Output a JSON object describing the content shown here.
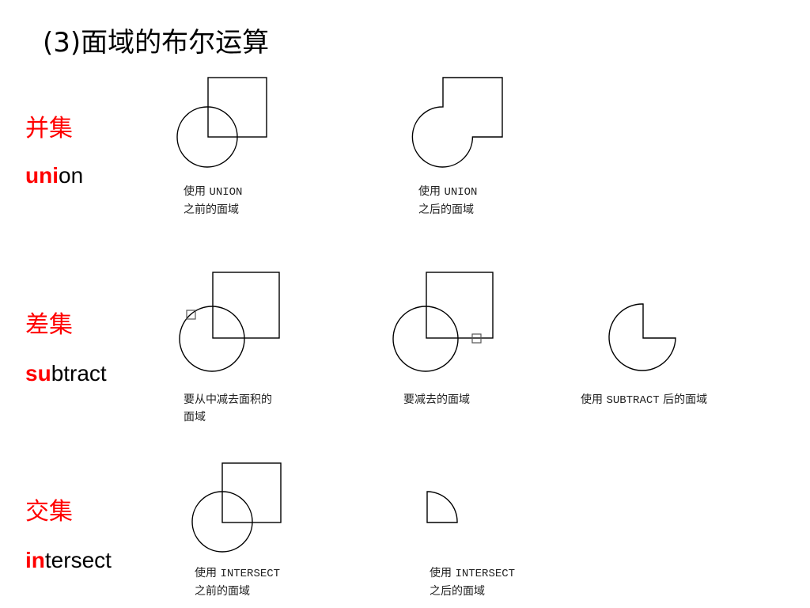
{
  "title": "(3)面域的布尔运算",
  "sections": {
    "union": {
      "cn": "并集",
      "en_hl": "uni",
      "en_rest": "on",
      "captions": [
        {
          "l1a": "使用",
          "l1b": "UNION",
          "l2": "之前的面域"
        },
        {
          "l1a": "使用",
          "l1b": "UNION",
          "l2": "之后的面域"
        }
      ]
    },
    "subtract": {
      "cn": "差集",
      "en_hl": "su",
      "en_rest": "btract",
      "captions": [
        {
          "l1": "要从中减去面积的",
          "l2": "面域"
        },
        {
          "l1": "要减去的面域"
        },
        {
          "l1a": "使用",
          "l1b": "SUBTRACT",
          "l1c": "后的面域"
        }
      ]
    },
    "intersect": {
      "cn": "交集",
      "en_hl": "in",
      "en_rest": "tersect",
      "captions": [
        {
          "l1a": "使用",
          "l1b": "INTERSECT",
          "l2": "之前的面域"
        },
        {
          "l1a": "使用",
          "l1b": "INTERSECT",
          "l2": "之后的面域"
        }
      ]
    }
  }
}
